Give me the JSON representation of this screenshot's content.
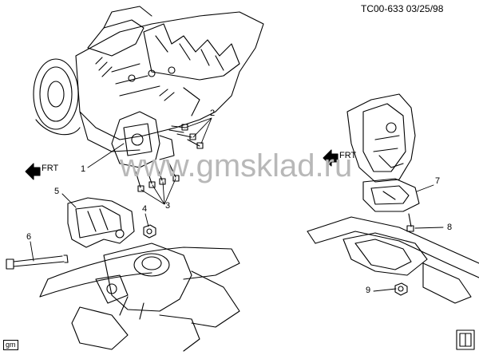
{
  "header": {
    "code": "TC00-633 03/25/98"
  },
  "watermark": {
    "text": "www.gmsklad.ru"
  },
  "footer": {
    "logo_text": "gm"
  },
  "callouts": {
    "n1": "1",
    "n2": "2",
    "n3": "3",
    "n4": "4",
    "n5": "5",
    "n6": "6",
    "n7": "7",
    "n8": "8",
    "n9": "9"
  },
  "direction": {
    "left": "FRT",
    "right": "FRT"
  },
  "icons": {
    "book": "book-icon",
    "arrow": "front-arrow-icon"
  }
}
